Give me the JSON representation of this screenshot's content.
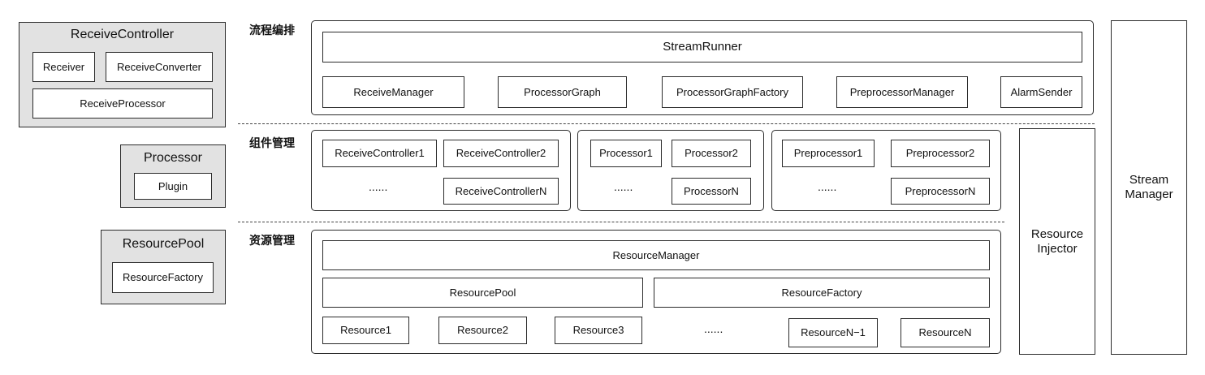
{
  "legend": {
    "receive_controller": {
      "title": "ReceiveController",
      "receiver": "Receiver",
      "converter": "ReceiveConverter",
      "processor": "ReceiveProcessor"
    },
    "processor": {
      "title": "Processor",
      "plugin": "Plugin"
    },
    "resource_pool": {
      "title": "ResourcePool",
      "factory": "ResourceFactory"
    }
  },
  "sections": {
    "orchestration": {
      "label": "流程编排",
      "stream_runner": "StreamRunner",
      "items": [
        "ReceiveManager",
        "ProcessorGraph",
        "ProcessorGraphFactory",
        "PreprocessorManager",
        "AlarmSender"
      ]
    },
    "component": {
      "label": "组件管理",
      "receive_controllers": {
        "item1": "ReceiveController1",
        "item2": "ReceiveController2",
        "itemN": "ReceiveControllerN",
        "ellipsis": "......"
      },
      "processors": {
        "item1": "Processor1",
        "item2": "Processor2",
        "itemN": "ProcessorN",
        "ellipsis": "......"
      },
      "preprocessors": {
        "item1": "Preprocessor1",
        "item2": "Preprocessor2",
        "itemN": "PreprocessorN",
        "ellipsis": "......"
      }
    },
    "resource": {
      "label": "资源管理",
      "manager": "ResourceManager",
      "pool": "ResourcePool",
      "factory": "ResourceFactory",
      "resources": [
        "Resource1",
        "Resource2",
        "Resource3",
        "ResourceN−1",
        "ResourceN"
      ],
      "ellipsis": "......"
    }
  },
  "side": {
    "resource_injector": "Resource\nInjector",
    "stream_manager": "Stream\nManager"
  }
}
